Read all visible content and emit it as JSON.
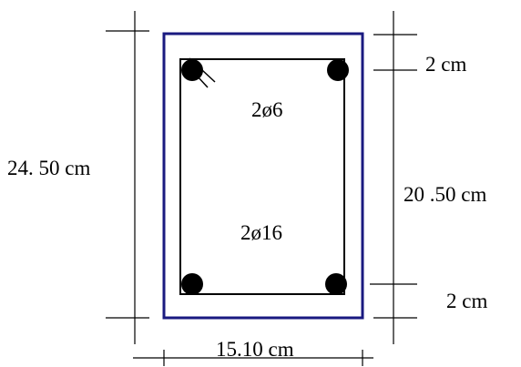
{
  "labels": {
    "total_height": "24. 50 cm",
    "top_cover": "2 cm",
    "inner_height": "20 .50 cm",
    "bottom_cover": "2 cm",
    "width": "15.10 cm",
    "top_bars": "2ø6",
    "bottom_bars": "2ø16"
  },
  "colors": {
    "section_outline": "#1a1a80",
    "bars": "#000000",
    "lines": "#000000"
  }
}
